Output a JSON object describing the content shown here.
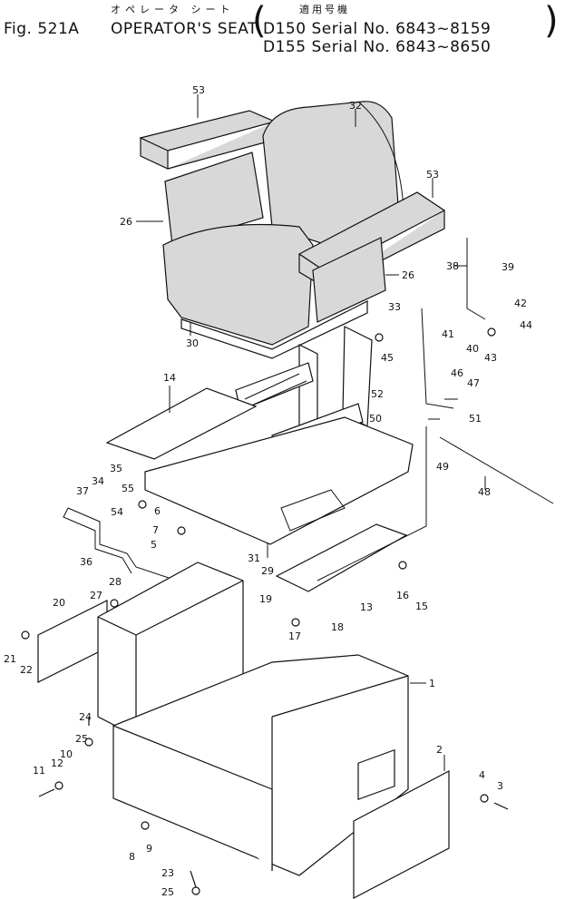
{
  "header": {
    "fig_label": "Fig. 521A",
    "title_jp": "オペレータ シート",
    "title_en": "OPERATOR'S SEAT",
    "applicability_jp": "適用号機",
    "serial_1": "D150 Serial No. 6843~8159",
    "serial_2": "D155 Serial No. 6843~8650"
  },
  "callouts": [
    "53",
    "32",
    "53",
    "26",
    "26",
    "38",
    "39",
    "42",
    "44",
    "41",
    "40",
    "43",
    "33",
    "30",
    "45",
    "46",
    "47",
    "14",
    "52",
    "50",
    "51",
    "49",
    "48",
    "37",
    "34",
    "35",
    "55",
    "54",
    "6",
    "7",
    "5",
    "31",
    "29",
    "36",
    "28",
    "27",
    "20",
    "21",
    "22",
    "16",
    "15",
    "19",
    "17",
    "18",
    "13",
    "24",
    "25",
    "1",
    "2",
    "11",
    "12",
    "10",
    "4",
    "3",
    "8",
    "9",
    "23",
    "25"
  ]
}
